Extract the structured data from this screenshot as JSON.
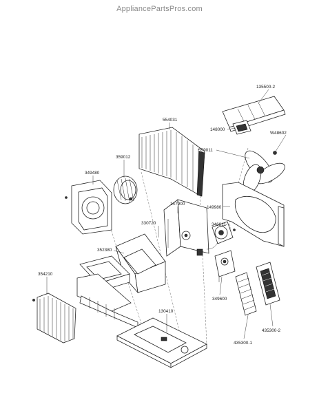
{
  "header": {
    "site_name": "AppliancePartsPros.com"
  },
  "parts": [
    {
      "id": "135500-2"
    },
    {
      "id": "148000"
    },
    {
      "id": "W48602"
    },
    {
      "id": "554031"
    },
    {
      "id": "559011"
    },
    {
      "id": "359012"
    },
    {
      "id": "349480"
    },
    {
      "id": "147900"
    },
    {
      "id": "149980"
    },
    {
      "id": "330720"
    },
    {
      "id": "346811"
    },
    {
      "id": "352380"
    },
    {
      "id": "354210"
    },
    {
      "id": "349600"
    },
    {
      "id": "130410"
    },
    {
      "id": "435300-2"
    },
    {
      "id": "435300-1"
    }
  ]
}
